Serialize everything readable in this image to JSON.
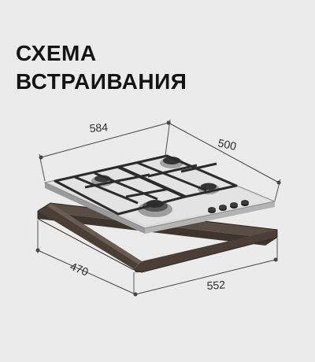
{
  "heading": {
    "line1": "СХЕМА",
    "line2": "ВСТРАИВАНИЯ"
  },
  "dimensions": {
    "hob_width": "584",
    "hob_depth": "500",
    "cutout_depth": "470",
    "cutout_width": "552"
  },
  "colors": {
    "background": "#ebebeb",
    "text": "#141414",
    "cutout_frame": "#4a3f37",
    "hob_surface": "#d9d9d9",
    "grates": "#2b2b2b",
    "dimension_lines": "#444444"
  }
}
